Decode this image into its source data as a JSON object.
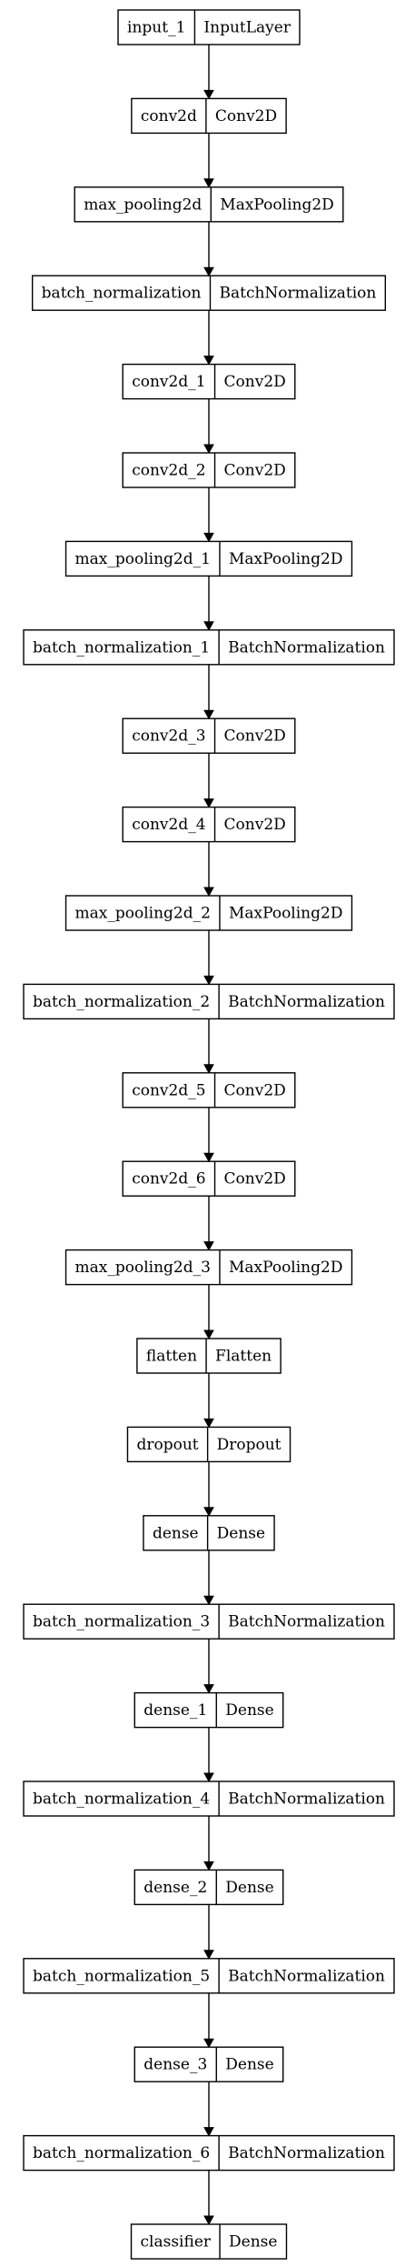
{
  "layers": [
    {
      "name": "input_1",
      "type": "InputLayer"
    },
    {
      "name": "conv2d",
      "type": "Conv2D"
    },
    {
      "name": "max_pooling2d",
      "type": "MaxPooling2D"
    },
    {
      "name": "batch_normalization",
      "type": "BatchNormalization"
    },
    {
      "name": "conv2d_1",
      "type": "Conv2D"
    },
    {
      "name": "conv2d_2",
      "type": "Conv2D"
    },
    {
      "name": "max_pooling2d_1",
      "type": "MaxPooling2D"
    },
    {
      "name": "batch_normalization_1",
      "type": "BatchNormalization"
    },
    {
      "name": "conv2d_3",
      "type": "Conv2D"
    },
    {
      "name": "conv2d_4",
      "type": "Conv2D"
    },
    {
      "name": "max_pooling2d_2",
      "type": "MaxPooling2D"
    },
    {
      "name": "batch_normalization_2",
      "type": "BatchNormalization"
    },
    {
      "name": "conv2d_5",
      "type": "Conv2D"
    },
    {
      "name": "conv2d_6",
      "type": "Conv2D"
    },
    {
      "name": "max_pooling2d_3",
      "type": "MaxPooling2D"
    },
    {
      "name": "flatten",
      "type": "Flatten"
    },
    {
      "name": "dropout",
      "type": "Dropout"
    },
    {
      "name": "dense",
      "type": "Dense"
    },
    {
      "name": "batch_normalization_3",
      "type": "BatchNormalization"
    },
    {
      "name": "dense_1",
      "type": "Dense"
    },
    {
      "name": "batch_normalization_4",
      "type": "BatchNormalization"
    },
    {
      "name": "dense_2",
      "type": "Dense"
    },
    {
      "name": "batch_normalization_5",
      "type": "BatchNormalization"
    },
    {
      "name": "dense_3",
      "type": "Dense"
    },
    {
      "name": "batch_normalization_6",
      "type": "BatchNormalization"
    },
    {
      "name": "classifier",
      "type": "Dense"
    }
  ]
}
